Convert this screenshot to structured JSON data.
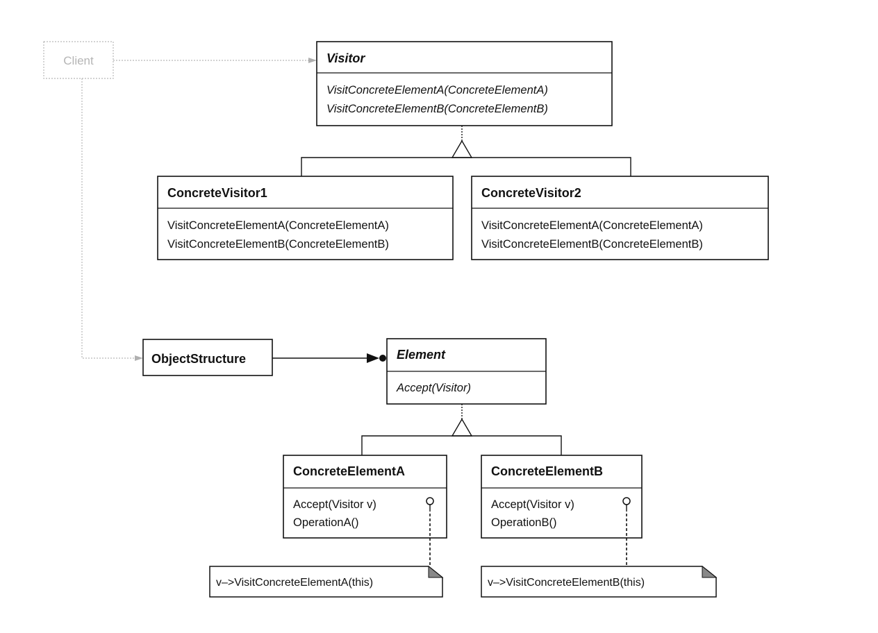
{
  "client": {
    "name": "Client"
  },
  "visitor": {
    "name": "Visitor",
    "operations": [
      "VisitConcreteElementA(ConcreteElementA)",
      "VisitConcreteElementB(ConcreteElementB)"
    ]
  },
  "concrete_visitor1": {
    "name": "ConcreteVisitor1",
    "operations": [
      "VisitConcreteElementA(ConcreteElementA)",
      "VisitConcreteElementB(ConcreteElementB)"
    ]
  },
  "concrete_visitor2": {
    "name": "ConcreteVisitor2",
    "operations": [
      "VisitConcreteElementA(ConcreteElementA)",
      "VisitConcreteElementB(ConcreteElementB)"
    ]
  },
  "object_structure": {
    "name": "ObjectStructure"
  },
  "element": {
    "name": "Element",
    "operations": [
      "Accept(Visitor)"
    ]
  },
  "concrete_element_a": {
    "name": "ConcreteElementA",
    "operations": [
      "Accept(Visitor v)",
      "OperationA()"
    ],
    "note": "v–>VisitConcreteElementA(this)"
  },
  "concrete_element_b": {
    "name": "ConcreteElementB",
    "operations": [
      "Accept(Visitor v)",
      "OperationB()"
    ],
    "note": "v–>VisitConcreteElementB(this)"
  }
}
